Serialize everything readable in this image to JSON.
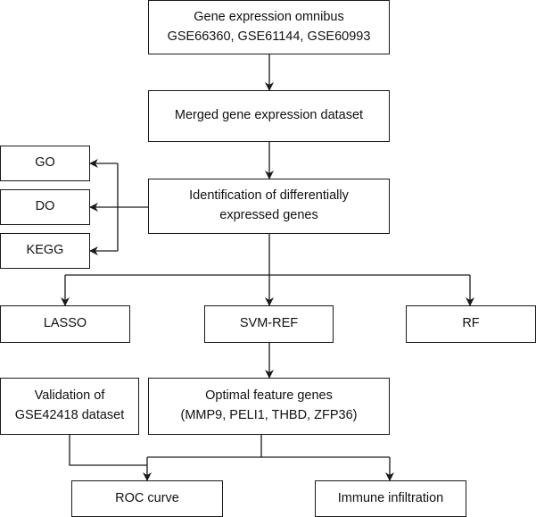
{
  "nodes": {
    "geo": {
      "line1": "Gene expression omnibus",
      "line2": "GSE66360, GSE61144, GSE60993"
    },
    "merged": {
      "line1": "Merged gene expression dataset"
    },
    "deg": {
      "line1": "Identification of differentially",
      "line2": "expressed genes"
    },
    "go": {
      "line1": "GO"
    },
    "do": {
      "line1": "DO"
    },
    "kegg": {
      "line1": "KEGG"
    },
    "lasso": {
      "line1": "LASSO"
    },
    "svm": {
      "line1": "SVM-REF"
    },
    "rf": {
      "line1": "RF"
    },
    "validation": {
      "line1": "Validation of",
      "line2": "GSE42418 dataset"
    },
    "optimal": {
      "line1": "Optimal feature genes",
      "line2": "(MMP9, PELI1, THBD, ZFP36)"
    },
    "roc": {
      "line1": "ROC curve"
    },
    "immune": {
      "line1": "Immune infiltration"
    }
  },
  "edges": [
    {
      "from": "geo",
      "to": "merged"
    },
    {
      "from": "merged",
      "to": "deg"
    },
    {
      "from": "deg",
      "to": "go"
    },
    {
      "from": "deg",
      "to": "do"
    },
    {
      "from": "deg",
      "to": "kegg"
    },
    {
      "from": "deg",
      "to": "lasso"
    },
    {
      "from": "deg",
      "to": "svm"
    },
    {
      "from": "deg",
      "to": "rf"
    },
    {
      "from": "svm",
      "to": "optimal"
    },
    {
      "from": "validation",
      "to": "roc"
    },
    {
      "from": "optimal",
      "to": "roc"
    },
    {
      "from": "optimal",
      "to": "immune"
    }
  ],
  "colors": {
    "stroke": "#1a1a1a",
    "fill": "#ffffff"
  }
}
